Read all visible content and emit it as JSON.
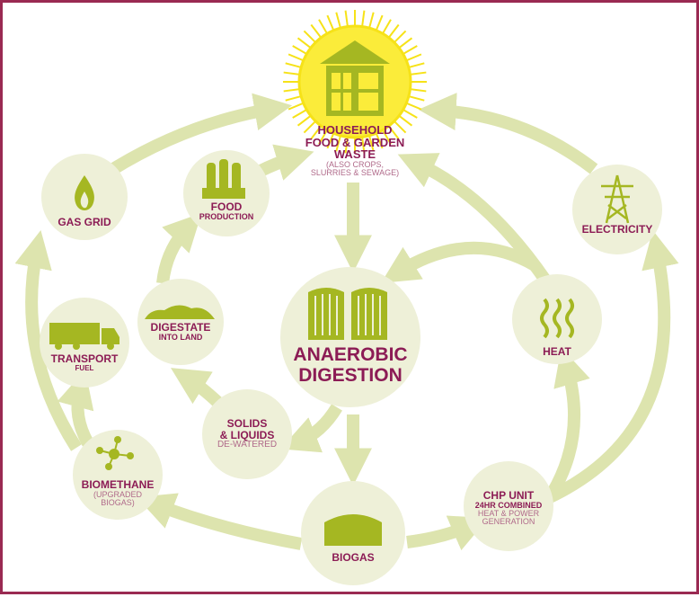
{
  "colors": {
    "border": "#9a2a52",
    "node_fill": "#eef0d8",
    "arrow": "#dde4ae",
    "icon": "#a5b722",
    "title_text": "#8c1c55",
    "sub_text": "#b06a8a",
    "sun": "#f6e218"
  },
  "nodes": {
    "household": {
      "title_lines": [
        "HOUSEHOLD",
        "FOOD & GARDEN",
        "WASTE"
      ],
      "sub_lines": [
        "(ALSO CROPS,",
        "SLURRIES & SEWAGE)"
      ],
      "icon": "house-icon"
    },
    "food": {
      "title": "FOOD",
      "sub": "PRODUCTION",
      "icon": "wheat-icon"
    },
    "gas_grid": {
      "title": "GAS GRID",
      "icon": "flame-icon"
    },
    "electricity": {
      "title": "ELECTRICITY",
      "icon": "pylon-icon"
    },
    "digestate": {
      "title": "DIGESTATE",
      "sub": "INTO LAND",
      "icon": "soil-mound-icon"
    },
    "anaerobic": {
      "title_lines": [
        "ANAEROBIC",
        "DIGESTION"
      ],
      "icon": "digester-tanks-icon"
    },
    "heat": {
      "title": "HEAT",
      "icon": "heat-waves-icon"
    },
    "transport": {
      "title": "TRANSPORT",
      "sub": "FUEL",
      "icon": "truck-icon"
    },
    "solids": {
      "title_lines": [
        "SOLIDS",
        "& LIQUIDS"
      ],
      "sub": "DE-WATERED"
    },
    "biomethane": {
      "title": "BIOMETHANE",
      "sub_lines": [
        "(UPGRADED",
        "BIOGAS)"
      ],
      "icon": "molecule-icon"
    },
    "chp": {
      "title": "CHP UNIT",
      "sub_lines": [
        "24HR COMBINED",
        "HEAT & POWER",
        "GENERATION"
      ]
    },
    "biogas": {
      "title": "BIOGAS",
      "icon": "gas-holder-icon"
    }
  }
}
